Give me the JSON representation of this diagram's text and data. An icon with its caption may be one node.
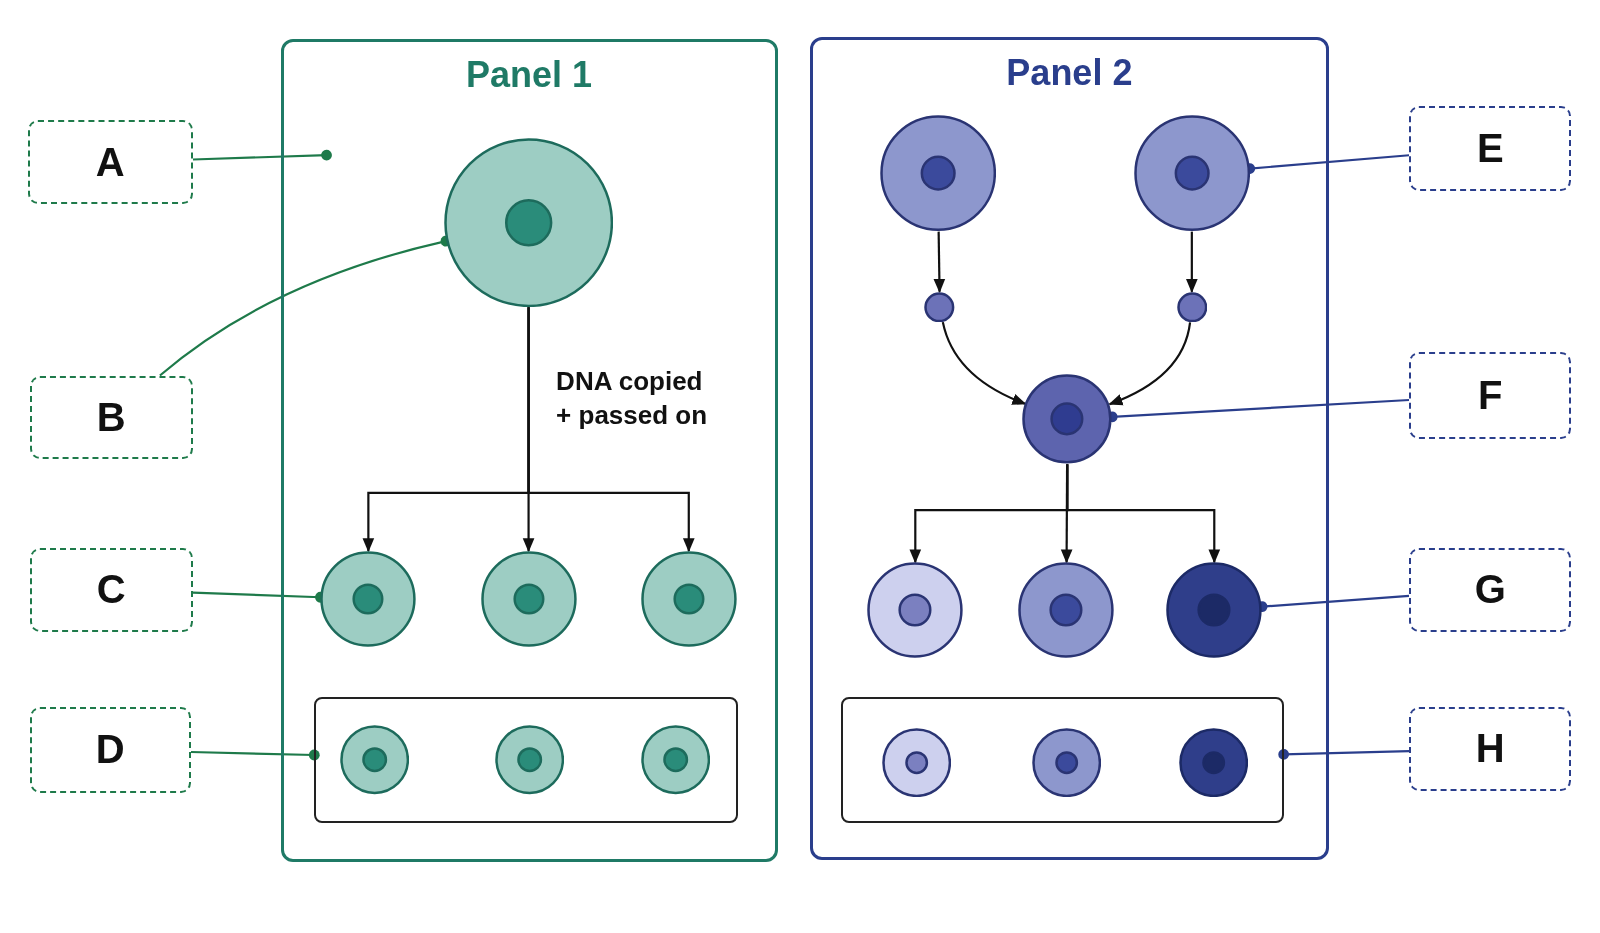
{
  "diagram": {
    "nodes": [
      {
        "text": [
          "Panel 1"
        ]
      },
      {
        "text": [],
        "shape": "circle",
        "in": 0
      },
      {
        "text": [],
        "shape": "circle",
        "in": 0
      },
      {
        "text": [],
        "shape": "circle",
        "in": 0
      },
      {
        "text": [],
        "shape": "circle",
        "in": 0
      },
      {
        "text": [],
        "shape": "box",
        "in": 0
      },
      {
        "text": [],
        "shape": "circle",
        "in": 5
      },
      {
        "text": [],
        "shape": "circle",
        "in": 5
      },
      {
        "text": [],
        "shape": "circle",
        "in": 5
      },
      {
        "text": [
          "Panel 2"
        ]
      },
      {
        "text": [],
        "shape": "circle",
        "in": 9
      },
      {
        "text": [],
        "shape": "circle",
        "in": 9
      },
      {
        "text": [],
        "shape": "circle",
        "in": 9
      },
      {
        "text": [],
        "shape": "circle",
        "in": 9
      },
      {
        "text": [],
        "shape": "circle",
        "in": 9
      },
      {
        "text": [],
        "shape": "circle",
        "in": 9
      },
      {
        "text": [],
        "shape": "circle",
        "in": 9
      },
      {
        "text": [],
        "shape": "circle",
        "in": 9
      },
      {
        "text": [],
        "shape": "box",
        "in": 9
      },
      {
        "text": [],
        "shape": "circle",
        "in": 18
      },
      {
        "text": [],
        "shape": "circle",
        "in": 18
      },
      {
        "text": [],
        "shape": "circle",
        "in": 18
      },
      {
        "text": [
          "A"
        ]
      },
      {
        "text": [
          "B"
        ]
      },
      {
        "text": [
          "C"
        ]
      },
      {
        "text": [
          "D"
        ]
      },
      {
        "text": [
          "E"
        ]
      },
      {
        "text": [
          "F"
        ]
      },
      {
        "text": [
          "G"
        ]
      },
      {
        "text": [
          "H"
        ]
      }
    ],
    "edges": [
      {
        "from": 1,
        "to": 2,
        "arrow": "to",
        "label": "DNA copied + passed on"
      },
      {
        "from": 1,
        "to": 3,
        "arrow": "to"
      },
      {
        "from": 1,
        "to": 4,
        "arrow": "to"
      },
      {
        "from": 10,
        "to": 12,
        "arrow": "to"
      },
      {
        "from": 11,
        "to": 13,
        "arrow": "to"
      },
      {
        "from": 12,
        "to": 14,
        "arrow": "to"
      },
      {
        "from": 13,
        "to": 14,
        "arrow": "to"
      },
      {
        "from": 14,
        "to": 15,
        "arrow": "to"
      },
      {
        "from": 14,
        "to": 16,
        "arrow": "to"
      },
      {
        "from": 14,
        "to": 17,
        "arrow": "to"
      },
      {
        "from": 22,
        "to": 0,
        "arrow": "other",
        "color": "#1e7a4a"
      },
      {
        "from": 23,
        "to": 1,
        "arrow": "other",
        "color": "#1e7a4a"
      },
      {
        "from": 24,
        "to": 2,
        "arrow": "other",
        "color": "#1e7a4a"
      },
      {
        "from": 25,
        "to": 5,
        "arrow": "other",
        "color": "#1e7a4a"
      },
      {
        "from": 26,
        "to": 11,
        "arrow": "other",
        "color": "#2a3e8c"
      },
      {
        "from": 27,
        "to": 14,
        "arrow": "other",
        "color": "#2a3e8c"
      },
      {
        "from": 28,
        "to": 17,
        "arrow": "other",
        "color": "#2a3e8c"
      },
      {
        "from": 29,
        "to": 18,
        "arrow": "other",
        "color": "#2a3e8c"
      }
    ]
  }
}
